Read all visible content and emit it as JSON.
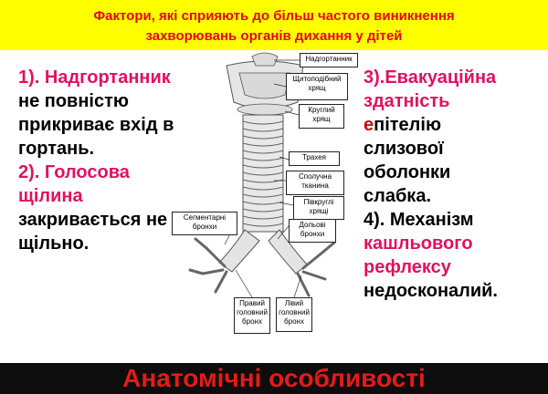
{
  "header": {
    "bg_color": "#ffff00",
    "text_color": "#e8002a",
    "line1": "Фактори, які сприяють до більш частого виникнення",
    "line2": "захворювань органів дихання у дітей"
  },
  "left_text": {
    "l1": "1). Надгортанник",
    "l2": "не повністю",
    "l3": "прикриває вхід в",
    "l4": "гортань.",
    "l5": "2). Голосова",
    "l6": "щілина",
    "l7": "закривається не",
    "l8": "щільно."
  },
  "right_text": {
    "l1": "3).Евакуаційна",
    "l2": "здатність",
    "l3a": "е",
    "l3b": "пітелію",
    "l4": "слизової",
    "l5": "оболонки",
    "l6": "слабка.",
    "l7": "4). Механізм",
    "l8": "кашльового",
    "l9": "рефлексу",
    "l10": "недосконалий."
  },
  "diagram_labels": {
    "nadhortannyk": "Надгортанник",
    "shchytopodibnyi": "Щитоподібний хрящ",
    "kruhlyi": "Круглий хрящ",
    "trakheia": "Трахея",
    "spoluchna": "Сполучна тканина",
    "pivkruhli": "Півкруглі хрящі",
    "dolovi": "Дольові бронхи",
    "sehmentarni": "Сегментарні бронхи",
    "pravyi": "Правий головний бронх",
    "livyi": "Лівий головний бронх"
  },
  "footer": {
    "bg_color": "#0d0d0d",
    "text_color": "#e31b1b",
    "title": "Анатомічні особливості"
  },
  "colors": {
    "accent_crimson": "#e0115f",
    "accent_red": "#cc0000"
  }
}
